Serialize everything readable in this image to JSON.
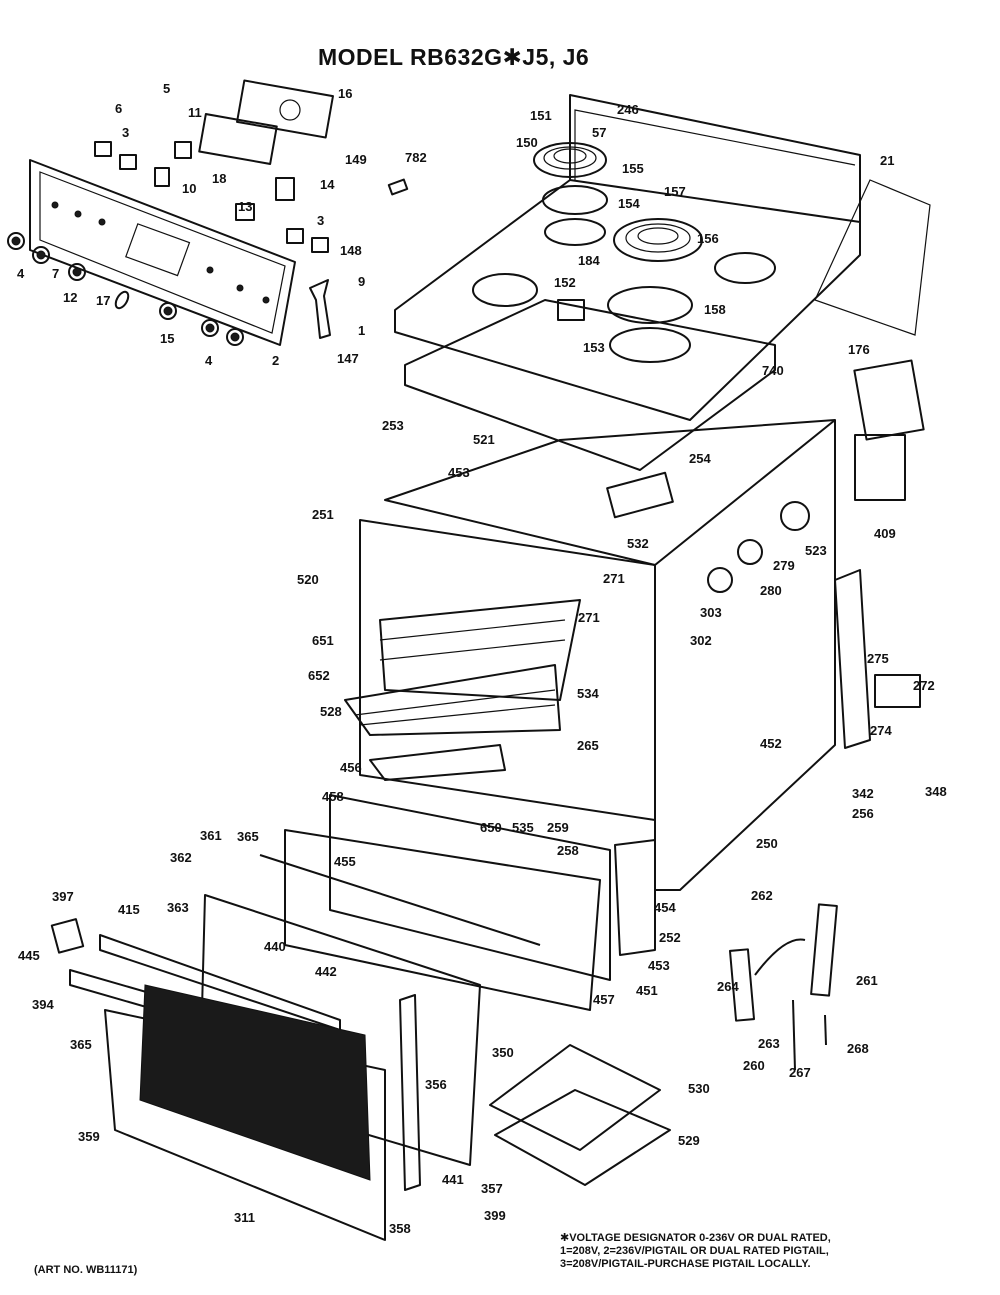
{
  "title": "MODEL RB632G✱J5, J6",
  "footer_note": [
    "✱VOLTAGE DESIGNATOR 0-236V OR DUAL RATED,",
    "1=208V, 2=236V/PIGTAIL OR DUAL RATED PIGTAIL,",
    "3=208V/PIGTAIL-PURCHASE PIGTAIL LOCALLY."
  ],
  "art_number": "(ART NO. WB11171)",
  "callouts": [
    "5",
    "6",
    "11",
    "16",
    "3",
    "149",
    "782",
    "151",
    "246",
    "150",
    "57",
    "155",
    "21",
    "157",
    "154",
    "156",
    "10",
    "18",
    "14",
    "13",
    "3",
    "148",
    "4",
    "7",
    "12",
    "9",
    "184",
    "152",
    "158",
    "17",
    "15",
    "4",
    "2",
    "1",
    "147",
    "153",
    "740",
    "176",
    "253",
    "521",
    "453",
    "254",
    "409",
    "251",
    "532",
    "523",
    "279",
    "520",
    "271",
    "280",
    "303",
    "271",
    "302",
    "651",
    "275",
    "652",
    "272",
    "534",
    "528",
    "265",
    "452",
    "274",
    "456",
    "348",
    "342",
    "458",
    "650",
    "535",
    "259",
    "256",
    "365",
    "250",
    "361",
    "455",
    "258",
    "362",
    "262",
    "454",
    "397",
    "363",
    "415",
    "252",
    "440",
    "445",
    "453",
    "451",
    "442",
    "457",
    "261",
    "394",
    "264",
    "263",
    "268",
    "365",
    "260",
    "267",
    "350",
    "356",
    "530",
    "359",
    "529",
    "441",
    "357",
    "311",
    "358",
    "399"
  ]
}
